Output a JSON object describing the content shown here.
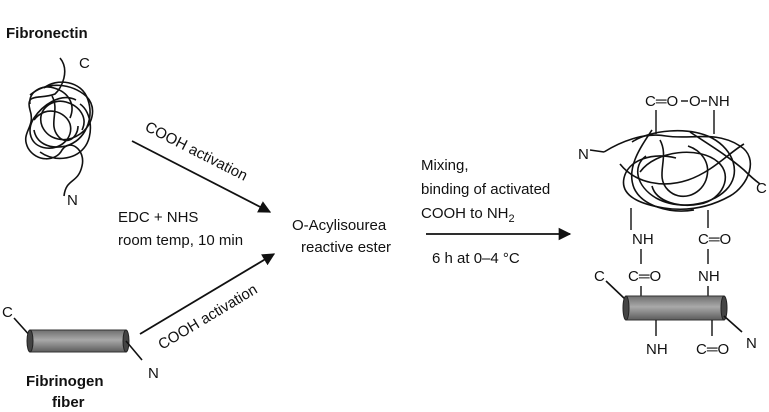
{
  "labels": {
    "fibronectin": "Fibronectin",
    "fibrinogen_line1": "Fibrinogen",
    "fibrinogen_line2": "fiber",
    "fn_c": "C",
    "fn_n": "N",
    "fib_c": "C",
    "fib_n": "N"
  },
  "step1": {
    "arrow_upper_label": "COOH activation",
    "arrow_lower_label": "COOH activation",
    "reagents_line1": "EDC + NHS",
    "reagents_line2": "room temp, 10 min"
  },
  "intermediate": {
    "line1": "O-Acylisourea",
    "line2": "reactive ester"
  },
  "step2": {
    "line1": "Mixing,",
    "line2": "binding of activated",
    "line3_main": "COOH to NH",
    "line3_sub": "2",
    "conditions": "6 h at 0–4 °C"
  },
  "product": {
    "fn_n": "N",
    "fn_c": "C",
    "fib_c": "C",
    "fib_n": "N",
    "top_left_group": "C═O",
    "top_right_group": "NH",
    "top_linker": "O",
    "mid_left_nh": "NH",
    "mid_right_co": "C═O",
    "lower_left_co": "C═O",
    "lower_right_nh": "NH",
    "bottom_left_nh": "NH",
    "bottom_right_co": "C═O"
  },
  "colors": {
    "ink": "#111111",
    "fiber_fill": "#8a8a8a",
    "fiber_dark": "#5a5a5a"
  }
}
